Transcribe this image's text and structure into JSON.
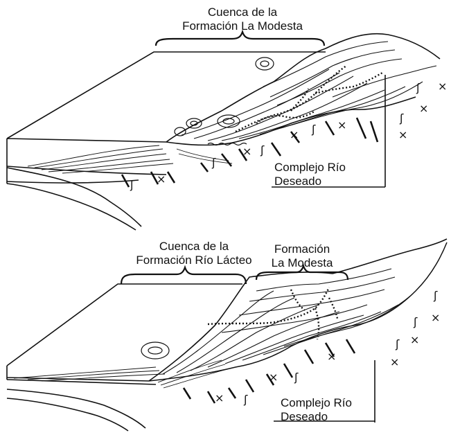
{
  "upper_panel": {
    "basin_label": [
      "Cuenca de la",
      "Formación La Modesta"
    ],
    "complex_label": [
      "Complejo Río",
      "Deseado"
    ]
  },
  "lower_panel": {
    "basin_label": [
      "Cuenca de la",
      "Formación Río Lácteo"
    ],
    "formation_label": [
      "Formación",
      "La Modesta"
    ],
    "complex_label": [
      "Complejo Río",
      "Deseado"
    ]
  },
  "symbols": {
    "cross": "×",
    "fault": "ʃ"
  },
  "colors": {
    "ink": "#111111",
    "paper": "#ffffff"
  }
}
